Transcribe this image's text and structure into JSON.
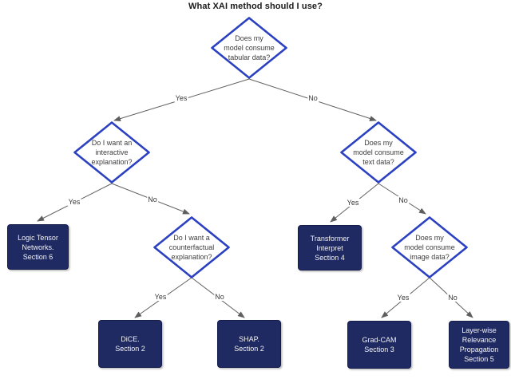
{
  "title": "What XAI method should I use?",
  "diagram": {
    "type": "decision-tree-flowchart",
    "decisions": {
      "tabular": "Does my\nmodel consume\ntabular data?",
      "interactive": "Do I want an\ninteractive\nexplanation?",
      "text": "Does my\nmodel consume\ntext data?",
      "counterfactual": "Do I want a\ncounterfactual\nexplanation?",
      "image": "Does my\nmodel consume\nimage data?"
    },
    "outcomes": {
      "logic_tensor": "Logic Tensor\nNetworks.\nSection 6",
      "transformer": "Transformer\nInterpret\nSection 4",
      "dice": "DiCE.\nSection 2",
      "shap": "SHAP.\nSection 2",
      "gradcam": "Grad-CAM\nSection 3",
      "lrp": "Layer-wise\nRelevance\nPropagation\nSection 5"
    },
    "edge_labels": {
      "tabular_yes": "Yes",
      "tabular_no": "No",
      "interactive_yes": "Yes",
      "interactive_no": "No",
      "counterfactual_yes": "Yes",
      "counterfactual_no": "No",
      "text_yes": "Yes",
      "text_no": "No",
      "image_yes": "Yes",
      "image_no": "No"
    }
  },
  "colors": {
    "diamond_border": "#2b41c1",
    "diamond_fill": "#ffffff",
    "box_fill": "#1f2a63",
    "box_border": "#151d4d",
    "box_text": "#f2f2f2",
    "text": "#3d3d3d",
    "line": "#616161"
  }
}
